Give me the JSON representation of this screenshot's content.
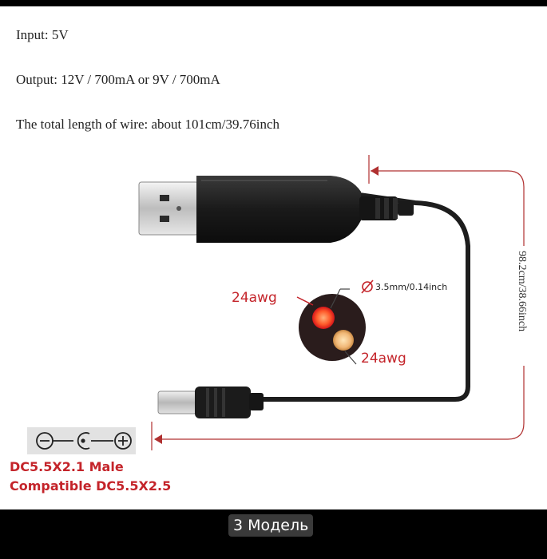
{
  "specs": {
    "input": "Input: 5V",
    "output": "Output: 12V / 700mA or 9V / 700mA",
    "length": "The total length of wire: about 101cm/39.76inch"
  },
  "diagram": {
    "cable_length_label": "98.2cm/38.66inch",
    "awg_left": "24awg",
    "awg_right": "24awg",
    "diameter_label": "3.5mm/0.14inch",
    "connector_line1": "DC5.5X2.1 Male",
    "connector_line2": "Compatible DC5.5X2.5"
  },
  "colors": {
    "accent_red": "#c4242a",
    "cable": "#1d1d1d",
    "dimension_line": "#b03030"
  },
  "caption": "3 Модель"
}
